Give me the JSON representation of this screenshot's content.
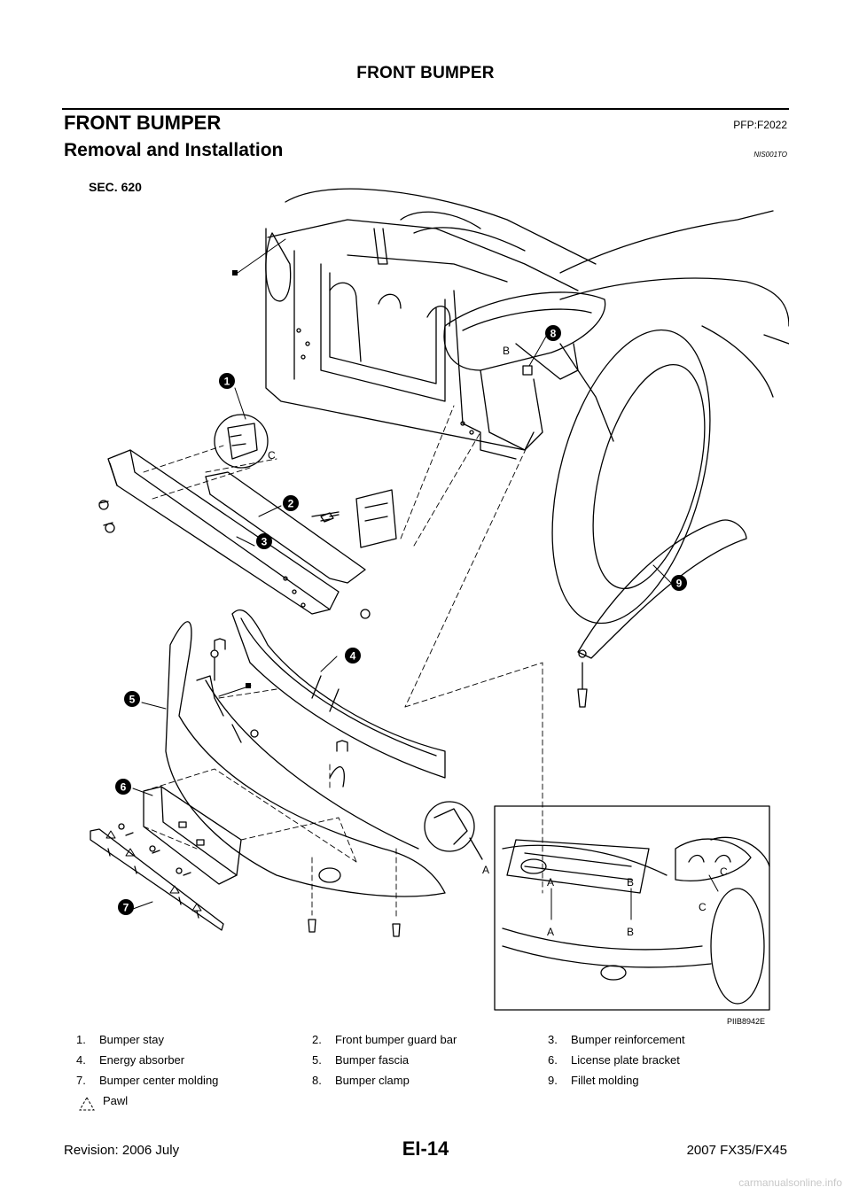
{
  "header": {
    "title": "FRONT BUMPER"
  },
  "section": {
    "title": "FRONT BUMPER",
    "code": "PFP:F2022"
  },
  "subsection": {
    "title": "Removal and Installation",
    "code": "NIS001TO"
  },
  "diagram": {
    "sec_label": "SEC. 620",
    "figure_id": "PIIB8942E",
    "callouts": [
      "1",
      "2",
      "3",
      "4",
      "5",
      "6",
      "7",
      "8",
      "9"
    ],
    "letters": {
      "a": "A",
      "b": "B",
      "c": "C"
    }
  },
  "legend": {
    "rows": [
      [
        {
          "num": "1.",
          "text": "Bumper stay"
        },
        {
          "num": "2.",
          "text": "Front bumper guard bar"
        },
        {
          "num": "3.",
          "text": "Bumper reinforcement"
        }
      ],
      [
        {
          "num": "4.",
          "text": "Energy absorber"
        },
        {
          "num": "5.",
          "text": "Bumper fascia"
        },
        {
          "num": "6.",
          "text": "License plate bracket"
        }
      ],
      [
        {
          "num": "7.",
          "text": "Bumper center molding"
        },
        {
          "num": "8.",
          "text": "Bumper clamp"
        },
        {
          "num": "9.",
          "text": "Fillet molding"
        }
      ]
    ],
    "pawl_label": "Pawl"
  },
  "footer": {
    "revision": "Revision: 2006 July",
    "page": "EI-14",
    "model": "2007 FX35/FX45"
  },
  "watermark": "carmanualsonline.info"
}
